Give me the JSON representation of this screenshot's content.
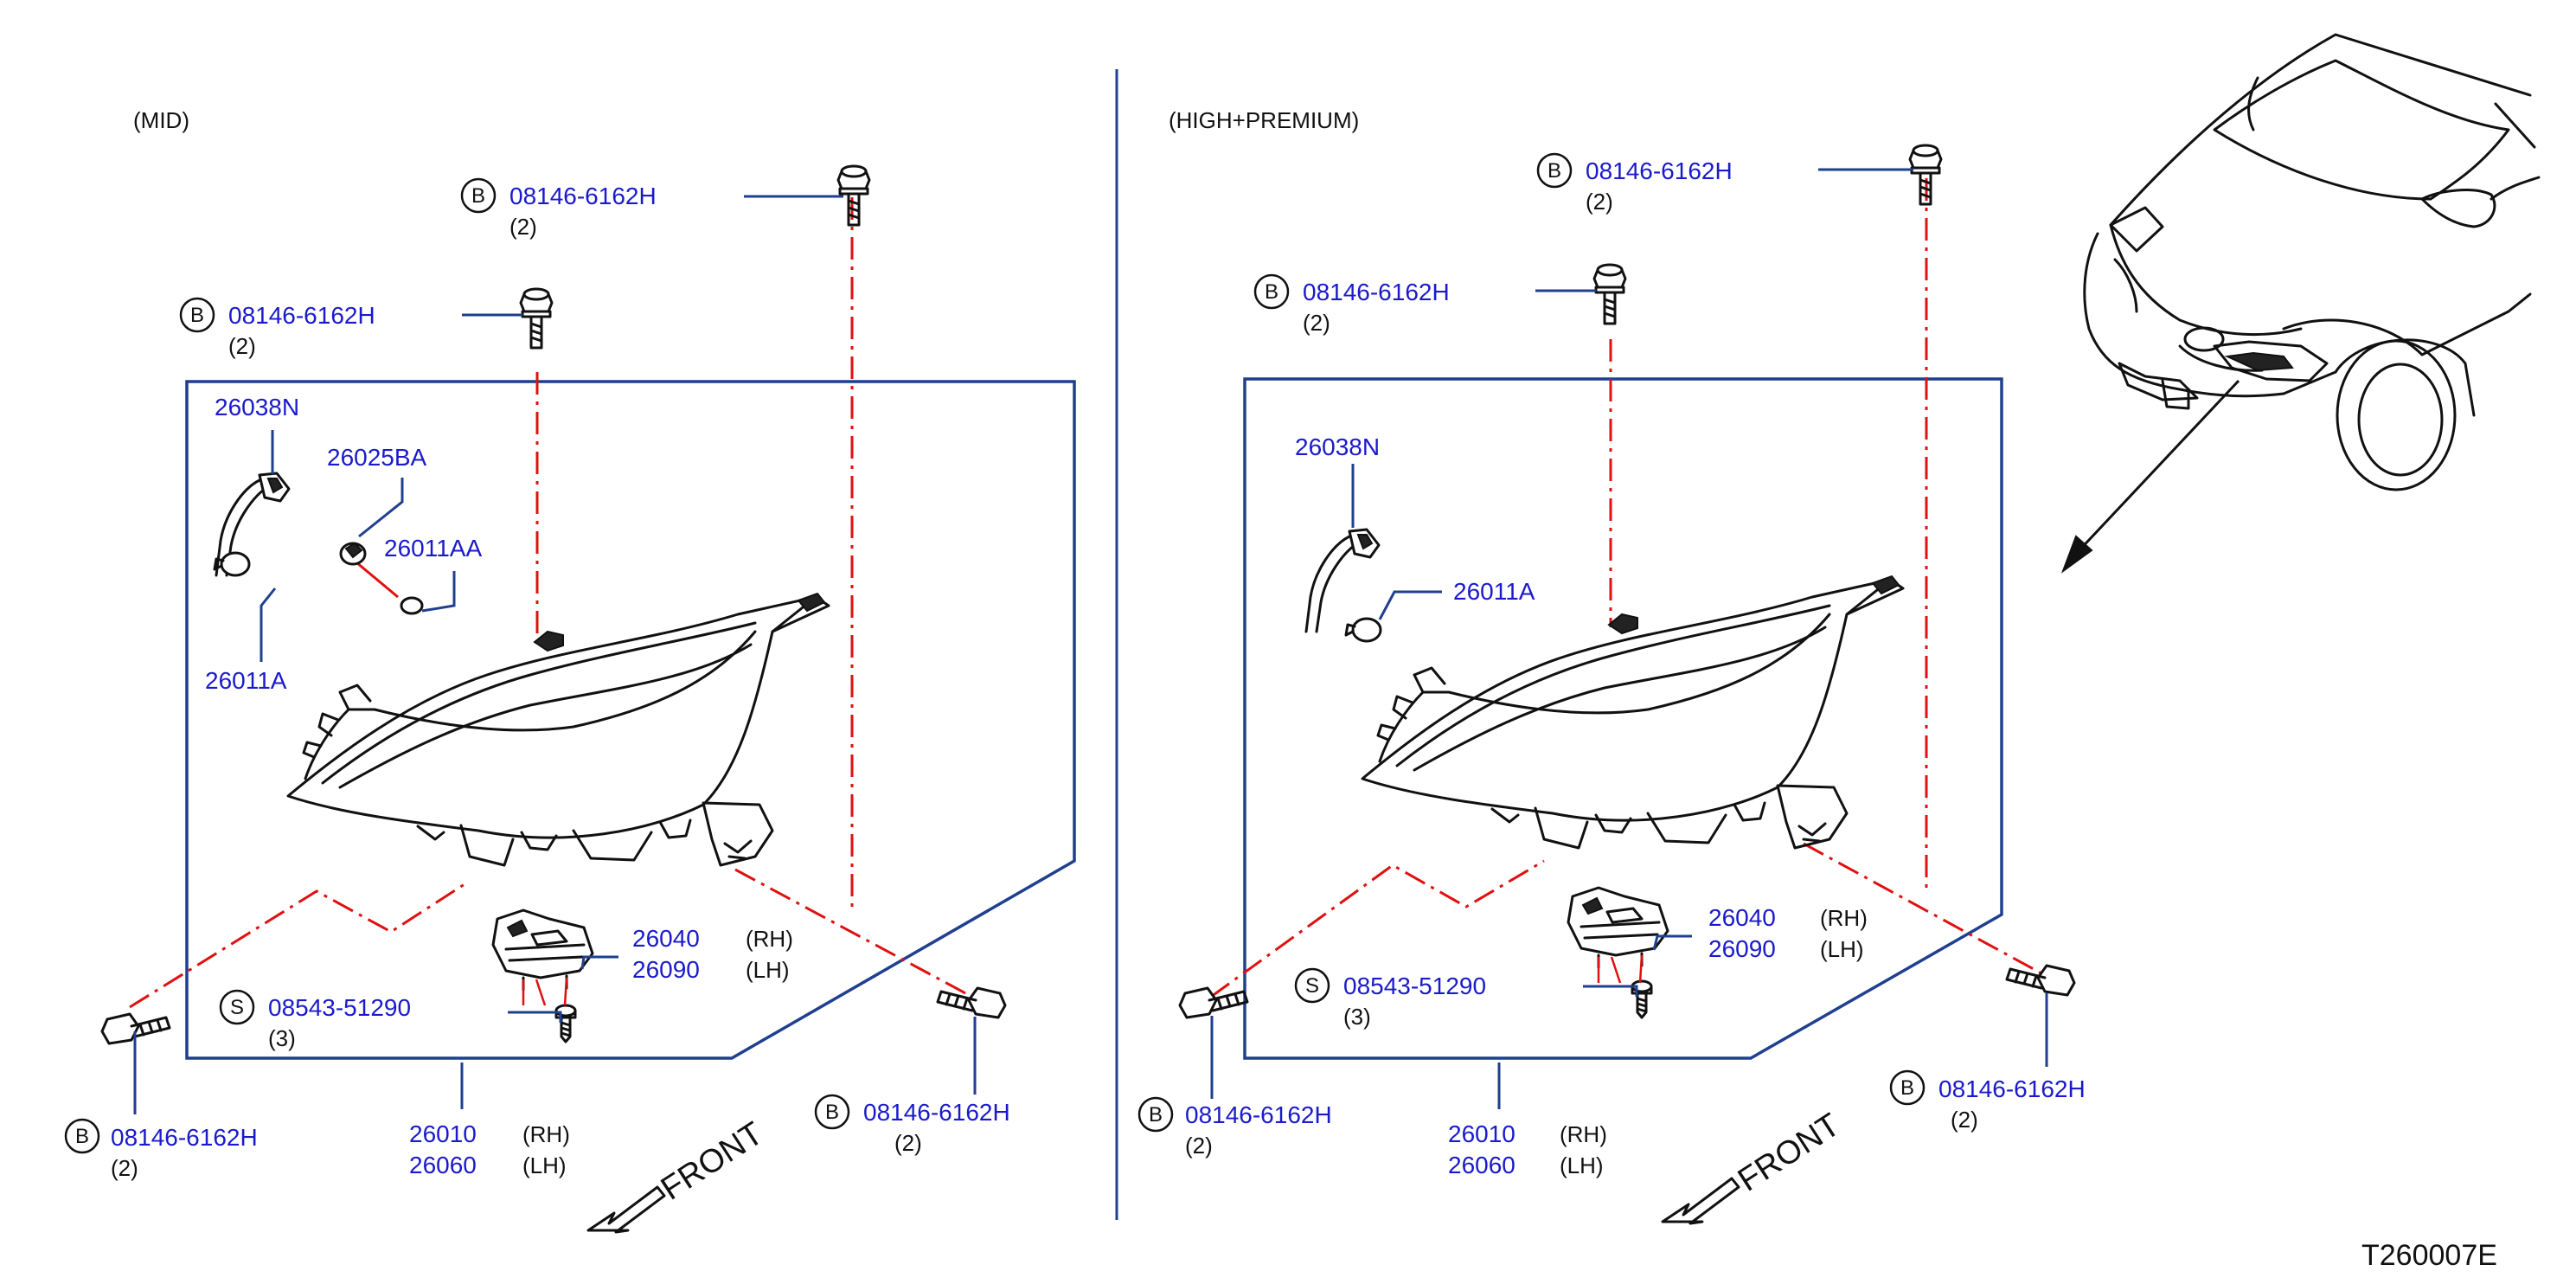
{
  "left": {
    "header": "(MID)",
    "callouts": {
      "bolt_top": {
        "symbol": "B",
        "part": "08146-6162H",
        "qty": "(2)"
      },
      "bolt_mid": {
        "symbol": "B",
        "part": "08146-6162H",
        "qty": "(2)"
      },
      "socket": "26038N",
      "bulb_small": "26025BA",
      "bulb_aa": "26011AA",
      "bulb": "26011A",
      "bracket_rh": "26040",
      "bracket_lh": "26090",
      "bracket_rh_side": "(RH)",
      "bracket_lh_side": "(LH)",
      "screw": {
        "symbol": "S",
        "part": "08543-51290",
        "qty": "(3)"
      },
      "bolt_bl": {
        "symbol": "B",
        "part": "08146-6162H",
        "qty": "(2)"
      },
      "bolt_br": {
        "symbol": "B",
        "part": "08146-6162H",
        "qty": "(2)"
      },
      "lamp_rh": "26010",
      "lamp_lh": "26060",
      "lamp_rh_side": "(RH)",
      "lamp_lh_side": "(LH)",
      "front": "FRONT"
    }
  },
  "right": {
    "header": "(HIGH+PREMIUM)",
    "callouts": {
      "bolt_top": {
        "symbol": "B",
        "part": "08146-6162H",
        "qty": "(2)"
      },
      "bolt_mid": {
        "symbol": "B",
        "part": "08146-6162H",
        "qty": "(2)"
      },
      "socket": "26038N",
      "bulb": "26011A",
      "bracket_rh": "26040",
      "bracket_lh": "26090",
      "bracket_rh_side": "(RH)",
      "bracket_lh_side": "(LH)",
      "screw": {
        "symbol": "S",
        "part": "08543-51290",
        "qty": "(3)"
      },
      "bolt_bl": {
        "symbol": "B",
        "part": "08146-6162H",
        "qty": "(2)"
      },
      "bolt_br": {
        "symbol": "B",
        "part": "08146-6162H",
        "qty": "(2)"
      },
      "lamp_rh": "26010",
      "lamp_lh": "26060",
      "lamp_rh_side": "(RH)",
      "lamp_lh_side": "(LH)",
      "front": "FRONT"
    }
  },
  "diagram_code": "T260007E",
  "colors": {
    "part_number": "#1a1acc",
    "leader": "#1f3f8f",
    "centerline": "#e01010",
    "ink": "#111111"
  }
}
